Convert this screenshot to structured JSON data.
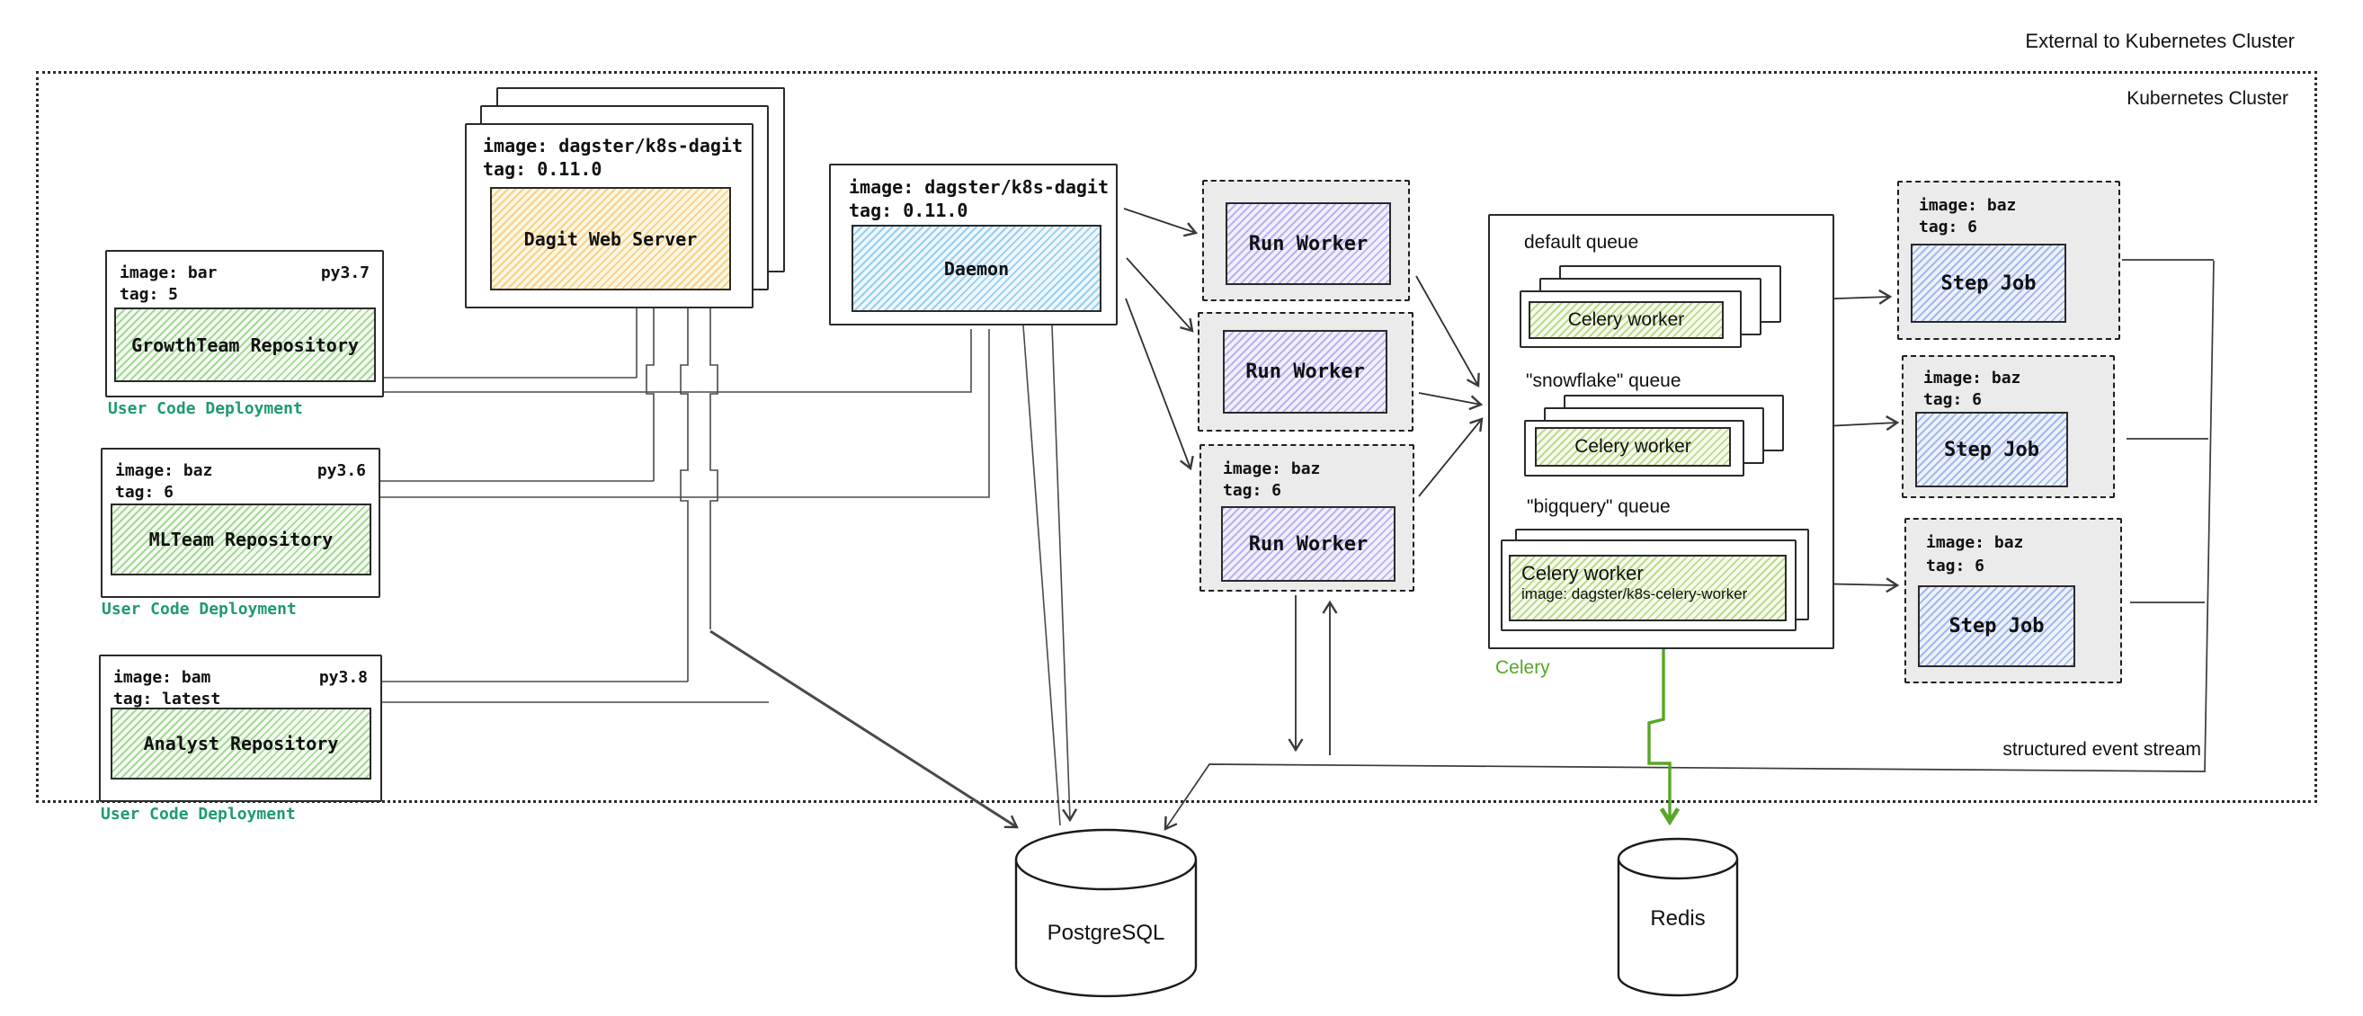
{
  "cluster": {
    "external_label": "External to Kubernetes Cluster",
    "label": "Kubernetes Cluster"
  },
  "user_code_deployment_label": "User Code Deployment",
  "repos": [
    {
      "image": "image: bar",
      "python": "py3.7",
      "tag": "tag: 5",
      "name": "GrowthTeam Repository"
    },
    {
      "image": "image: baz",
      "python": "py3.6",
      "tag": "tag: 6",
      "name": "MLTeam Repository"
    },
    {
      "image": "image: bam",
      "python": "py3.8",
      "tag": "tag: latest",
      "name": "Analyst Repository"
    }
  ],
  "dagit": {
    "image": "image: dagster/k8s-dagit",
    "tag": "tag: 0.11.0",
    "label": "Dagit Web Server"
  },
  "daemon": {
    "image": "image: dagster/k8s-dagit",
    "tag": "tag: 0.11.0",
    "label": "Daemon"
  },
  "run_workers": [
    {
      "label": "Run Worker"
    },
    {
      "label": "Run Worker"
    },
    {
      "label": "Run Worker",
      "image": "image: baz",
      "tag": "tag: 6"
    }
  ],
  "celery": {
    "label": "Celery",
    "queues": [
      {
        "name": "default queue",
        "worker": "Celery worker"
      },
      {
        "name": "\"snowflake\" queue",
        "worker": "Celery worker"
      },
      {
        "name": "\"bigquery\" queue",
        "worker": "Celery worker",
        "worker_image": "image: dagster/k8s-celery-worker"
      }
    ]
  },
  "step_jobs": [
    {
      "image": "image: baz",
      "tag": "tag: 6",
      "label": "Step Job"
    },
    {
      "image": "image: baz",
      "tag": "tag: 6",
      "label": "Step Job"
    },
    {
      "image": "image: baz",
      "tag": "tag: 6",
      "label": "Step Job"
    }
  ],
  "storage": {
    "postgres": "PostgreSQL",
    "redis": "Redis",
    "event_stream_label": "structured event stream"
  },
  "colors": {
    "user_code_green": "#1f9b6e",
    "celery_green": "#58a627",
    "repo_hatch": "#68ba58",
    "dagit_hatch": "#f0b950",
    "daemon_hatch": "#62b2e6",
    "run_worker_hatch": "#8474e6",
    "step_job_hatch": "#6c8ae4",
    "celery_worker_hatch": "#98c458"
  }
}
